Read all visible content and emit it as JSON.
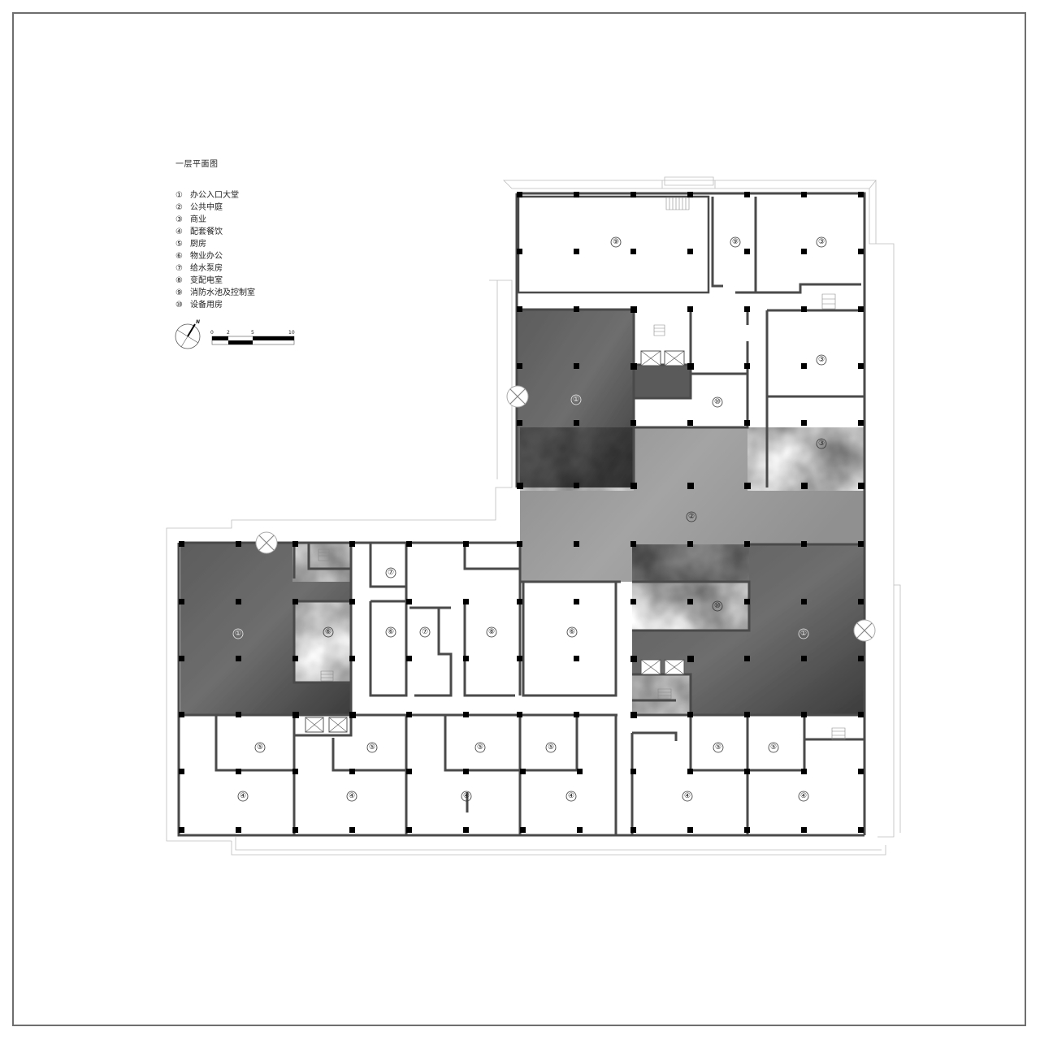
{
  "drawing": {
    "title": "一层平面图",
    "legend": [
      {
        "num": "①",
        "label": "办公入口大堂"
      },
      {
        "num": "②",
        "label": "公共中庭"
      },
      {
        "num": "③",
        "label": "商业"
      },
      {
        "num": "④",
        "label": "配套餐饮"
      },
      {
        "num": "⑤",
        "label": "厨房"
      },
      {
        "num": "⑥",
        "label": "物业办公"
      },
      {
        "num": "⑦",
        "label": "给水泵房"
      },
      {
        "num": "⑧",
        "label": "变配电室"
      },
      {
        "num": "⑨",
        "label": "消防水池及控制室"
      },
      {
        "num": "⑩",
        "label": "设备用房"
      }
    ],
    "north_arrow": {
      "label": "N",
      "icon": "north-arrow-icon"
    },
    "scale_bar": {
      "ticks": [
        "0",
        "2",
        "5",
        "10"
      ],
      "unit": "m"
    },
    "entrance_marker_icon": "entrance-cross-circle-icon"
  },
  "rooms": {
    "r9a": "⑨",
    "r9b": "⑨",
    "r3a": "③",
    "r3b": "③",
    "r3c": "③",
    "r1a": "①",
    "r10a": "⑩",
    "r2": "②",
    "r1b": "①",
    "r10b": "⑩",
    "r1c": "①",
    "r6a": "⑥",
    "r7a": "⑦",
    "r6b": "⑥",
    "r7b": "⑦",
    "r8": "⑧",
    "r6c": "⑥",
    "r5a": "⑤",
    "r5b": "⑤",
    "r5c": "⑤",
    "r5d": "⑤",
    "r5e": "⑤",
    "r5f": "⑤",
    "r4a": "④",
    "r4b": "④",
    "r4c": "④",
    "r4d": "④",
    "r4e": "④",
    "r4f": "④"
  },
  "colors": {
    "frame": "#6e6e6e",
    "wall": "#4a4a4a",
    "column": "#000000",
    "lobby_dark": "#4f4f4f",
    "atrium_mid": "#9a9a9a",
    "outline": "#bdbdbd"
  }
}
